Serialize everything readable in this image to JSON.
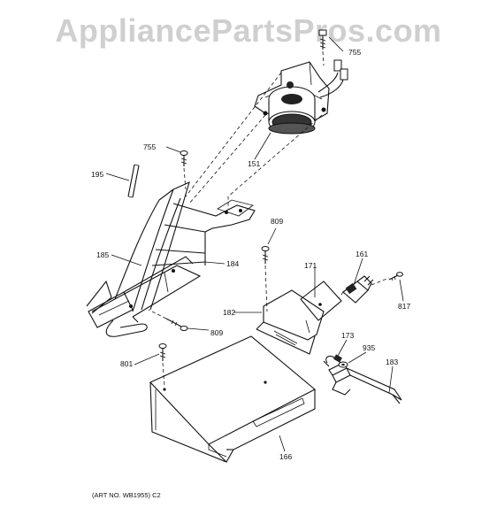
{
  "watermark": "AppliancePartsPros.com",
  "art_number": "(ART NO. WB1955) C2",
  "labels": {
    "p755a": "755",
    "p755b": "755",
    "p151": "151",
    "p195": "195",
    "p809a": "809",
    "p809b": "809",
    "p185": "185",
    "p184": "184",
    "p171": "171",
    "p161": "161",
    "p817": "817",
    "p182": "182",
    "p173": "173",
    "p935": "935",
    "p183": "183",
    "p801": "801",
    "p166": "166"
  }
}
